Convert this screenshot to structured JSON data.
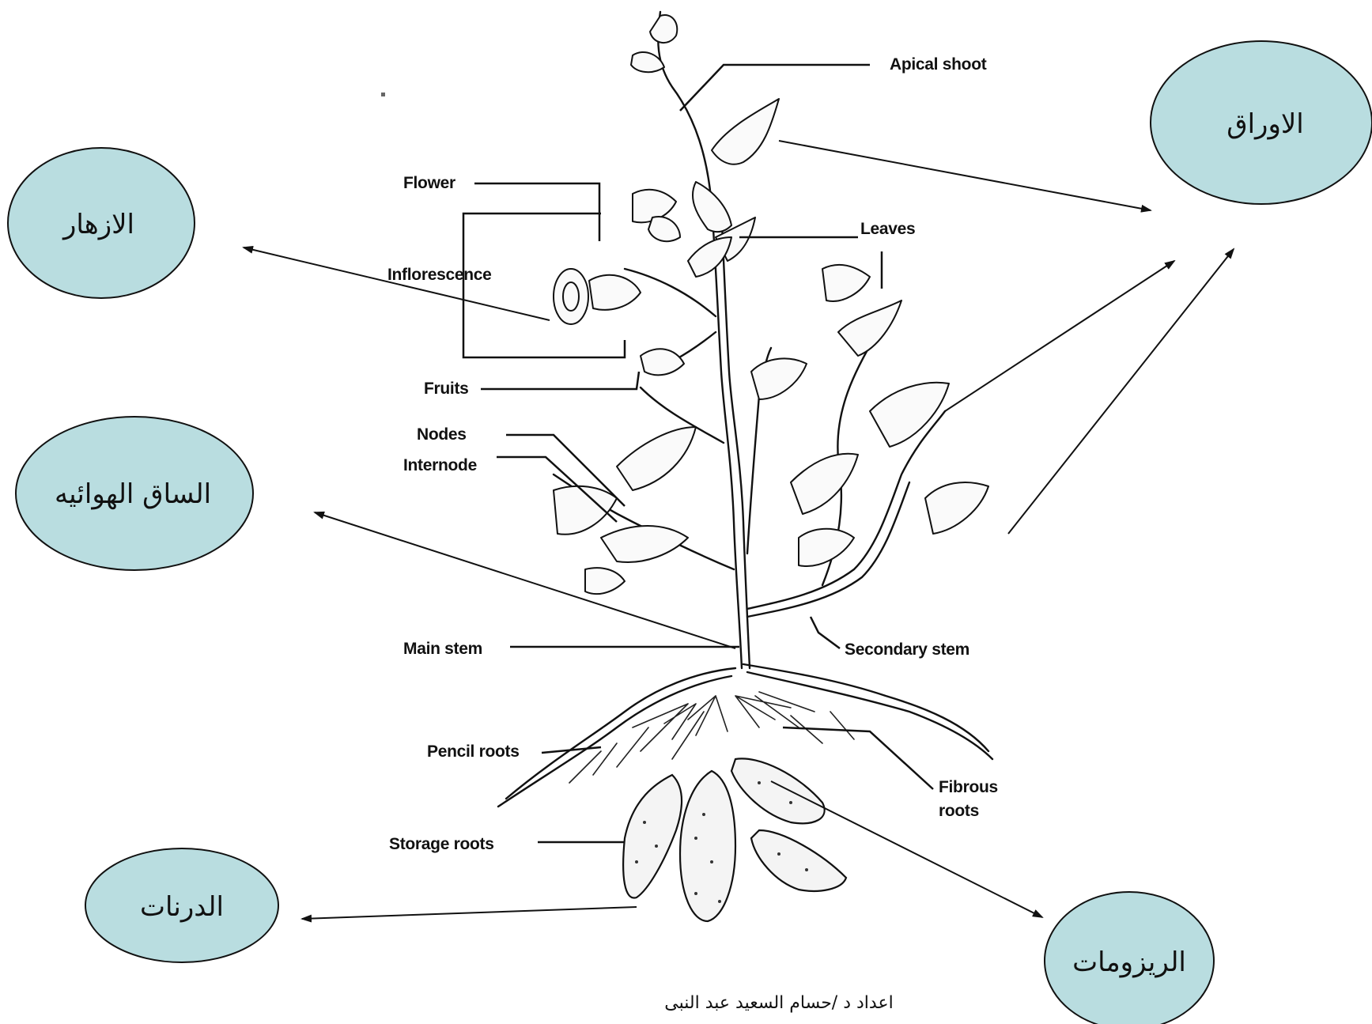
{
  "diagram": {
    "english_labels": {
      "apical_shoot": "Apical shoot",
      "flower": "Flower",
      "inflorescence": "Inflorescence",
      "leaves": "Leaves",
      "fruits": "Fruits",
      "nodes": "Nodes",
      "internode": "Internode",
      "main_stem": "Main stem",
      "secondary_stem": "Secondary stem",
      "pencil_roots": "Pencil roots",
      "fibrous_roots_line1": "Fibrous",
      "fibrous_roots_line2": "roots",
      "storage_roots": "Storage roots"
    },
    "arabic_bubbles": {
      "leaves": "الاوراق",
      "flowers": "الازهار",
      "aerial_stem": "الساق الهوائيه",
      "tubers": "الدرنات",
      "rhizomes": "الريزومات"
    },
    "credit": "اعداد د /حسام السعيد عبد النبى"
  },
  "colors": {
    "bubble_fill": "#b9dde0",
    "line": "#111111",
    "background": "#ffffff"
  }
}
